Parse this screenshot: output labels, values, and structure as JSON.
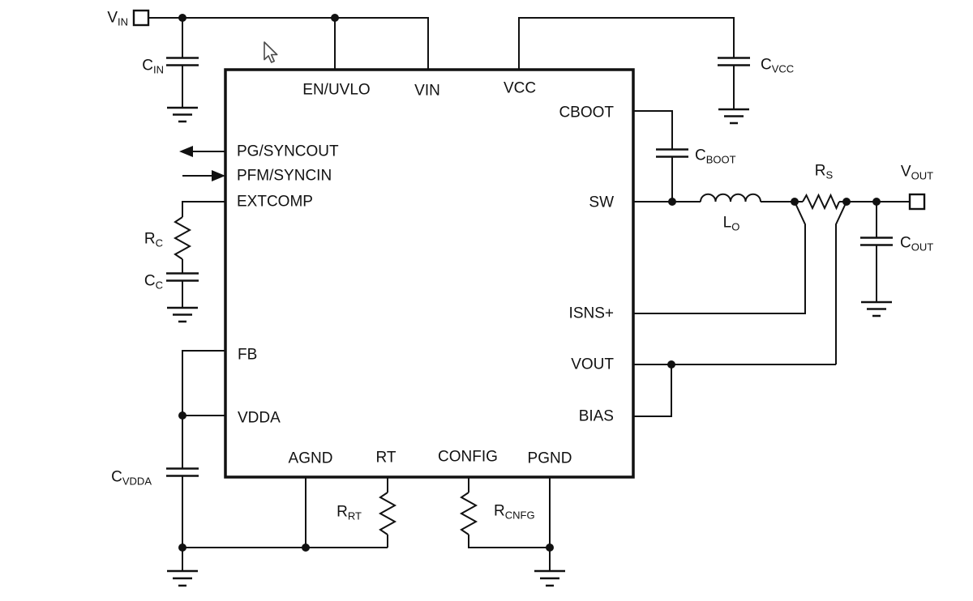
{
  "pins": {
    "en_uvlo": "EN/UVLO",
    "vin": "VIN",
    "vcc": "VCC",
    "cboot": "CBOOT",
    "sw": "SW",
    "isns_plus": "ISNS+",
    "vout": "VOUT",
    "bias": "BIAS",
    "pg_syncout": "PG/SYNCOUT",
    "pfm_syncin": "PFM/SYNCIN",
    "extcomp": "EXTCOMP",
    "fb": "FB",
    "vdda": "VDDA",
    "agnd": "AGND",
    "rt": "RT",
    "config": "CONFIG",
    "pgnd": "PGND"
  },
  "components": {
    "vin_terminal": {
      "main": "V",
      "sub": "IN"
    },
    "cin": {
      "main": "C",
      "sub": "IN"
    },
    "cvcc": {
      "main": "C",
      "sub": "VCC"
    },
    "cboot": {
      "main": "C",
      "sub": "BOOT"
    },
    "rs": {
      "main": "R",
      "sub": "S"
    },
    "vout_terminal": {
      "main": "V",
      "sub": "OUT"
    },
    "lo": {
      "main": "L",
      "sub": "O"
    },
    "cout": {
      "main": "C",
      "sub": "OUT"
    },
    "rc": {
      "main": "R",
      "sub": "C"
    },
    "cc": {
      "main": "C",
      "sub": "C"
    },
    "cvdda": {
      "main": "C",
      "sub": "VDDA"
    },
    "rrt": {
      "main": "R",
      "sub": "RT"
    },
    "rcnfg": {
      "main": "R",
      "sub": "CNFG"
    }
  },
  "colors": {
    "line": "#111111",
    "background": "#ffffff"
  }
}
